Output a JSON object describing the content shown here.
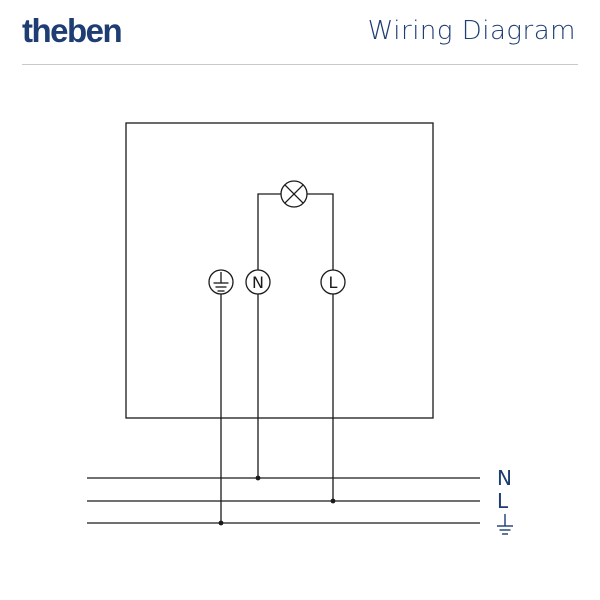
{
  "header": {
    "logo_text": "theben",
    "title": "Wiring Diagram"
  },
  "terminals": {
    "neutral": "N",
    "live": "L"
  },
  "bus": {
    "neutral_label": "N",
    "live_label": "L"
  },
  "icons": {
    "terminal_earth": "earth-icon",
    "lamp": "lamp-icon",
    "bus_earth": "earth-icon"
  },
  "colors": {
    "brand": "#1d3d73",
    "wire": "#1a1a1a",
    "divider": "#c9c9c9"
  }
}
